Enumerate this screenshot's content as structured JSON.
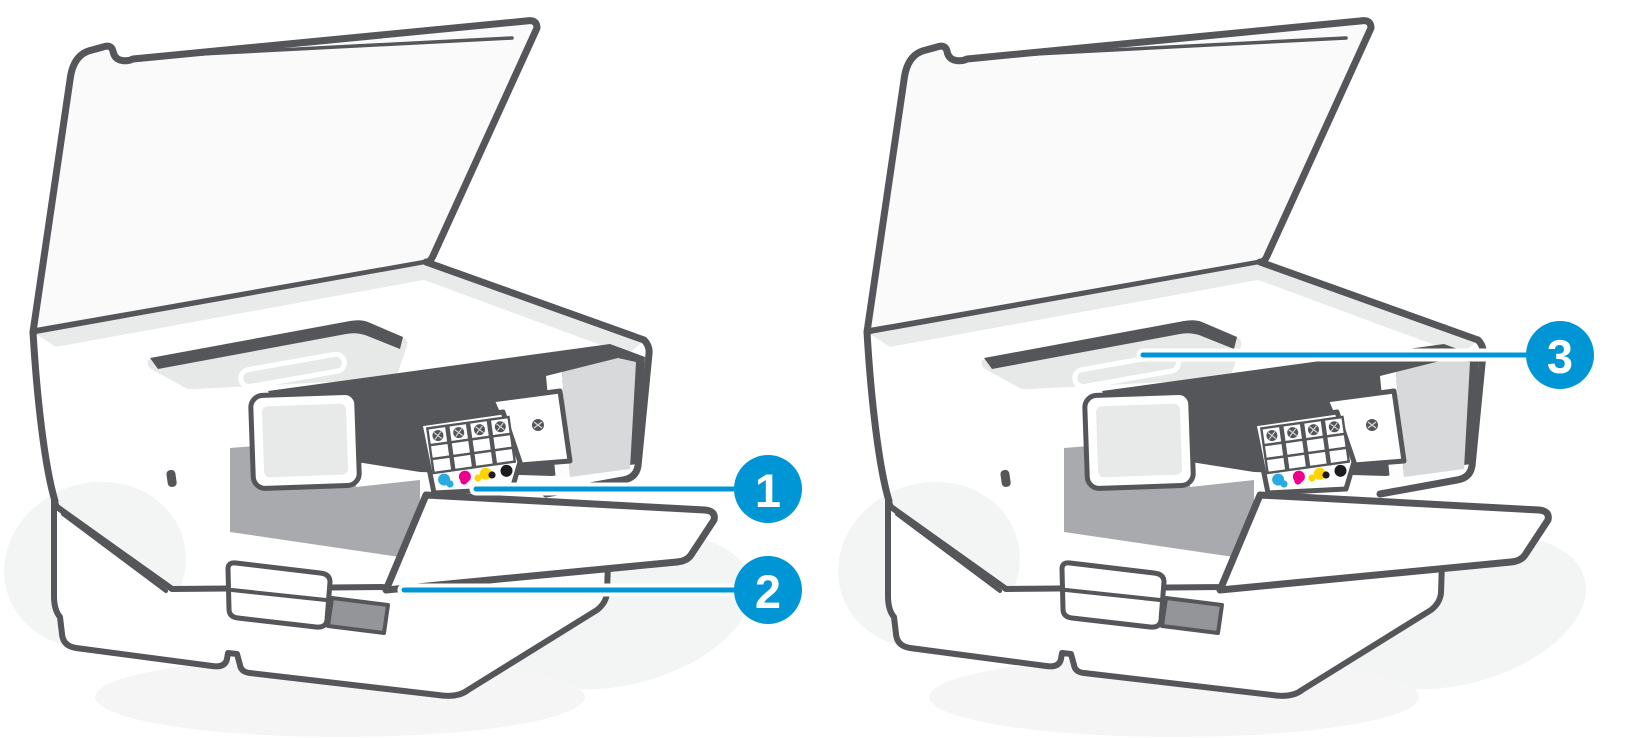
{
  "figure": {
    "type": "printer-parts-diagram",
    "views": [
      {
        "id": "left",
        "description": "printer with lid open, cartridge access door open"
      },
      {
        "id": "right",
        "description": "printer with lid open, callout to output tray slot"
      }
    ]
  },
  "callouts": [
    {
      "label": "1",
      "target": "ink-cartridges"
    },
    {
      "label": "2",
      "target": "front-door"
    },
    {
      "label": "3",
      "target": "output-tray-slot"
    }
  ],
  "cartridges": [
    "cyan",
    "magenta",
    "yellow",
    "black"
  ],
  "colors": {
    "callout_blue": "#0096D6",
    "outline_gray": "#54565A",
    "cyan": "#29ABE2",
    "magenta": "#EC008C",
    "yellow": "#FFD400",
    "black": "#1C1C1E"
  }
}
